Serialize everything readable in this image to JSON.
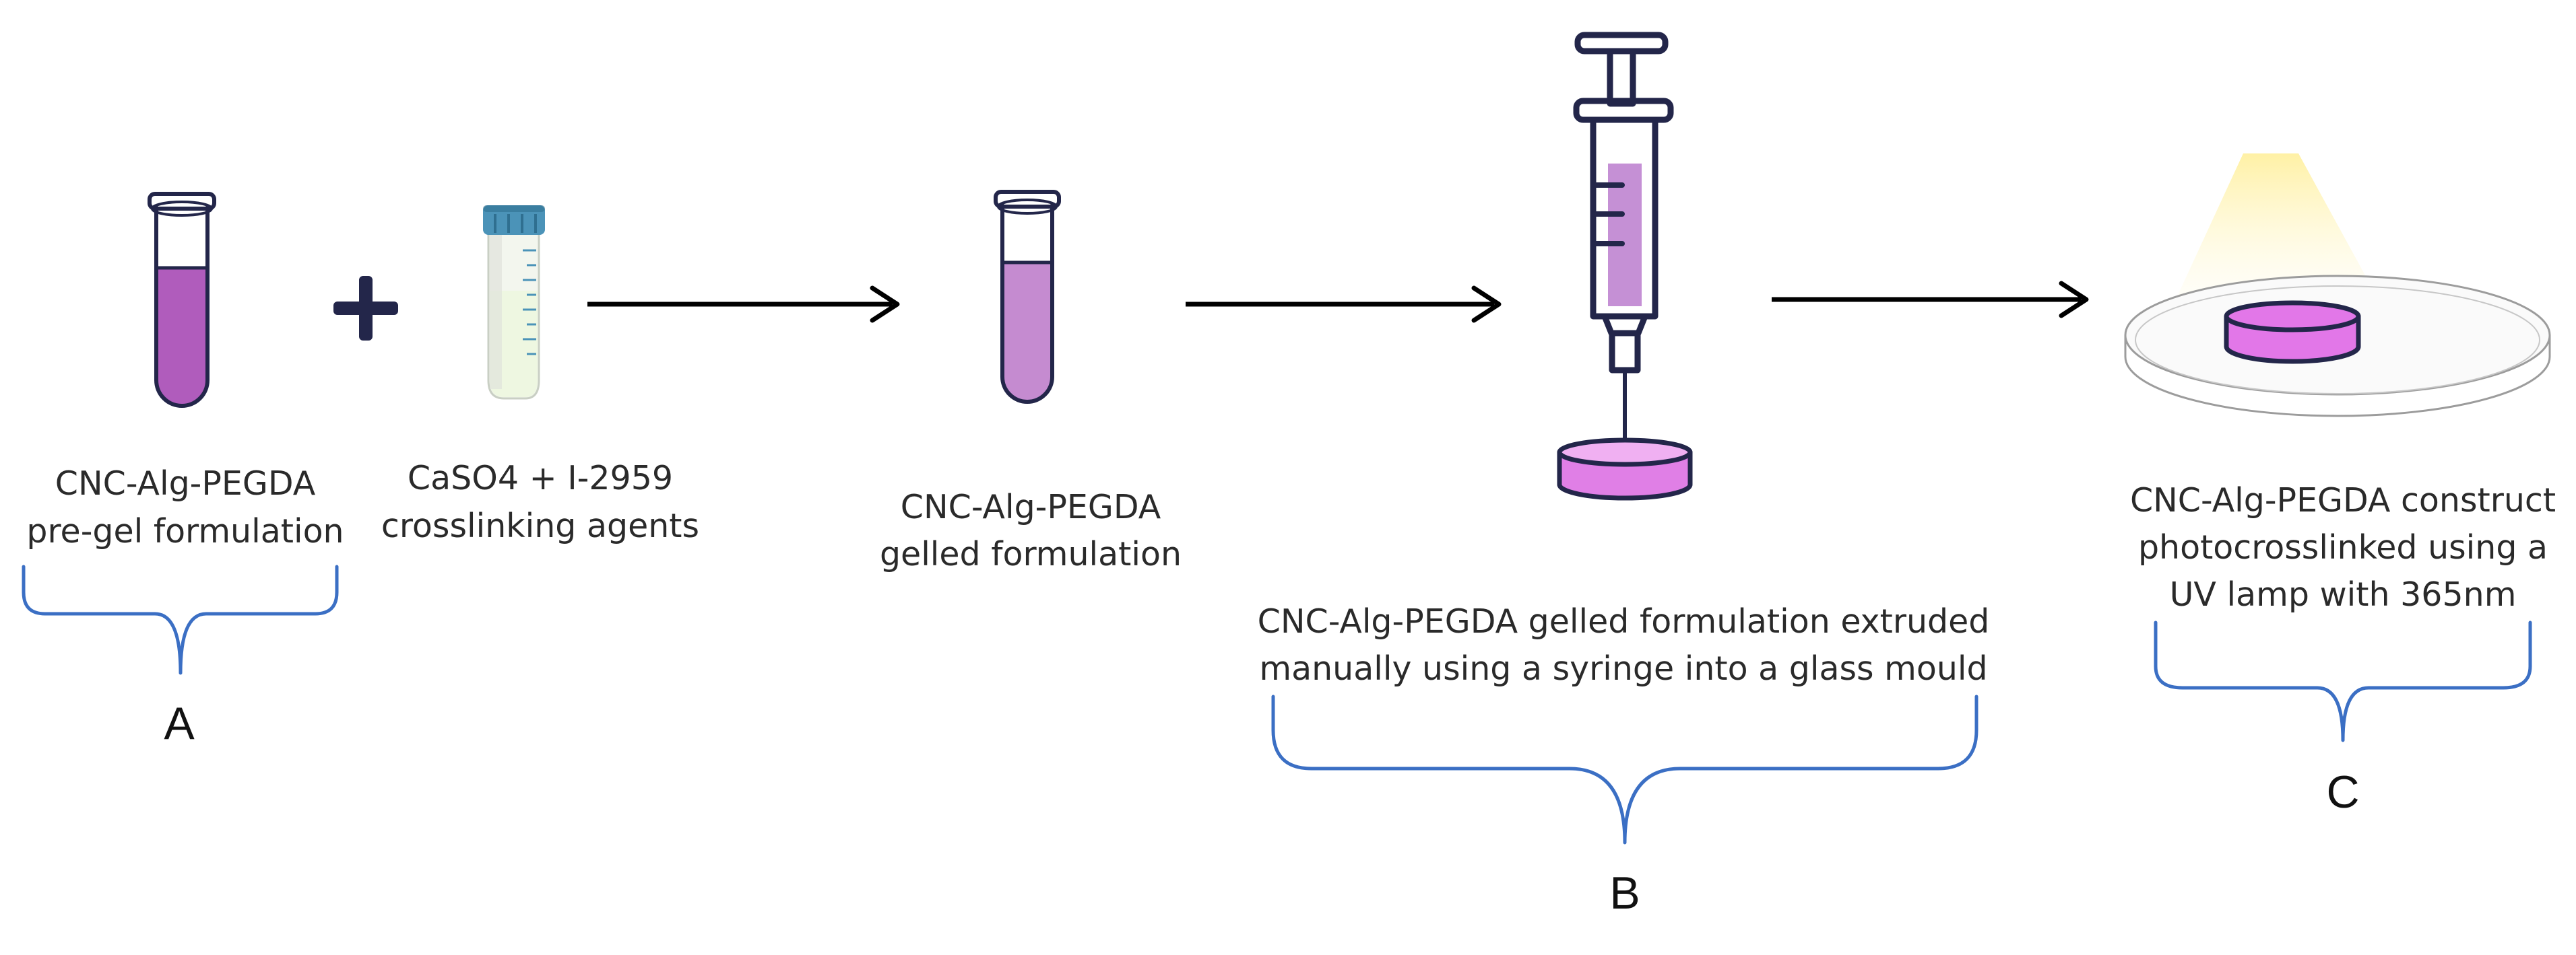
{
  "colors": {
    "outline": "#23264a",
    "bracket": "#3b6fc4",
    "arrow": "#000000",
    "pregel_liquid": "#b05cbc",
    "gelled_liquid": "#c58bd0",
    "syringe_fill": "#c590d5",
    "mould_fill": "#e07fe6",
    "construct_fill": "#e277e8",
    "falcon_cap": "#4b93b8",
    "falcon_liquid": "#eef7e1",
    "uv_light": "#fff2a8",
    "dish_edge": "#9c9c9c",
    "text": "#2a2a2a"
  },
  "icons": {
    "pregel_tube": "test-tube-icon",
    "plus": "plus-icon",
    "falcon_tube": "falcon-tube-icon",
    "gelled_tube": "test-tube-icon",
    "syringe": "syringe-icon",
    "mould": "glass-mould-icon",
    "uv_lamp": "uv-light-icon",
    "petri_dish": "petri-dish-icon"
  },
  "labels": {
    "pregel_line1": "CNC-Alg-PEGDA",
    "pregel_line2": "pre-gel formulation",
    "agents_line1": "CaSO4 + I-2959",
    "agents_line2": "crosslinking agents",
    "gelled_line1": "CNC-Alg-PEGDA",
    "gelled_line2": "gelled formulation",
    "extrude_line1": "CNC-Alg-PEGDA gelled formulation extruded",
    "extrude_line2": "manually using a syringe into a glass mould",
    "photo_line1": "CNC-Alg-PEGDA construct",
    "photo_line2": "photocrosslinked using a",
    "photo_line3": "UV  lamp with 365nm"
  },
  "brackets": {
    "a": "A",
    "b": "B",
    "c": "C"
  }
}
